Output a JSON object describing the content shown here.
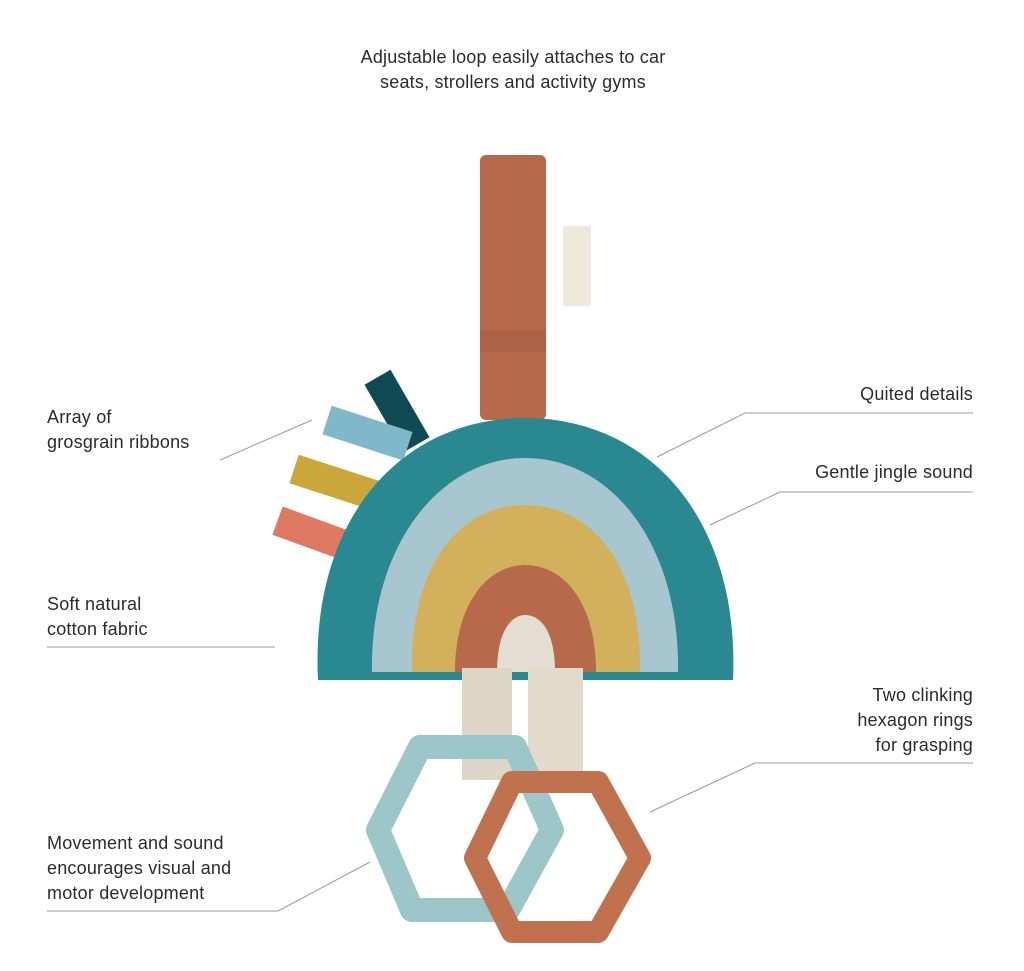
{
  "top_callout": {
    "lines": [
      "Adjustable loop easily attaches to car",
      "seats, strollers and activity gyms"
    ]
  },
  "callouts_left": [
    {
      "lines": [
        "Array of",
        "grosgrain ribbons"
      ]
    },
    {
      "lines": [
        "Soft natural",
        "cotton fabric"
      ]
    },
    {
      "lines": [
        "Movement and sound",
        "encourages visual and",
        "motor development"
      ]
    }
  ],
  "callouts_right": [
    {
      "lines": [
        "Quited details"
      ]
    },
    {
      "lines": [
        "Gentle jingle sound"
      ]
    },
    {
      "lines": [
        "Two clinking",
        "hexagon rings",
        "for grasping"
      ]
    }
  ],
  "colors": {
    "teal": "#2a8891",
    "light_blue": "#a7c6cf",
    "mustard": "#d2b05c",
    "rust": "#b76a4b",
    "cream": "#e4ddd1",
    "ring_blue": "#9cc6c9",
    "ring_rust": "#c0714e",
    "ribbon_dark": "#0f4a55",
    "ribbon_coral": "#df7a62"
  }
}
